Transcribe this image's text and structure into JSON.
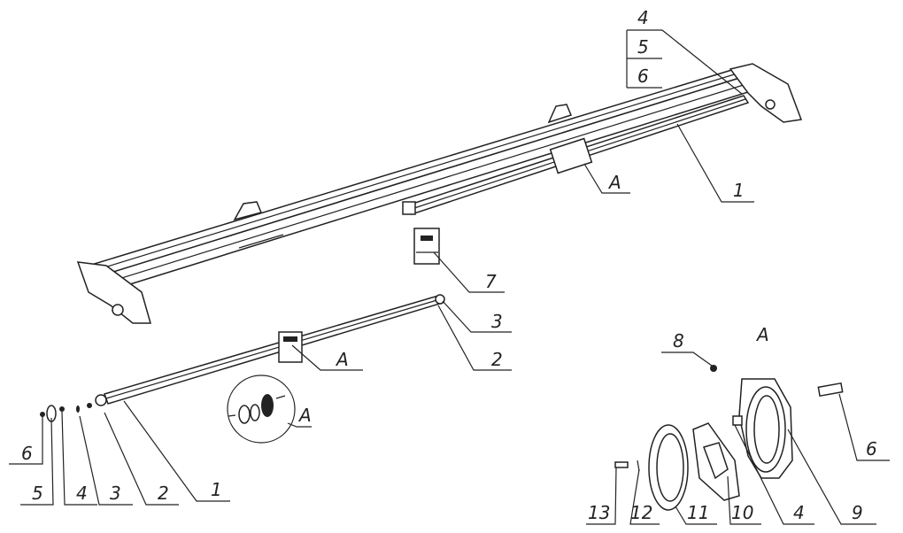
{
  "title": "Exploded assembly drawing of beam with bearing unit",
  "detail_heading": "A",
  "callouts": {
    "top_4": "4",
    "top_5": "5",
    "top_6": "6",
    "upper_1": "1",
    "upper_A": "A",
    "upper_7": "7",
    "shaft_3": "3",
    "shaft_2": "2",
    "shaft_A": "A",
    "circle_A": "A",
    "bl_6": "6",
    "bl_5": "5",
    "bl_4": "4",
    "bl_3": "3",
    "bl_2": "2",
    "bl_1": "1",
    "d_8": "8",
    "d_6": "6",
    "d_9": "9",
    "d_4": "4",
    "d_10": "10",
    "d_11": "11",
    "d_12": "12",
    "d_13": "13"
  }
}
